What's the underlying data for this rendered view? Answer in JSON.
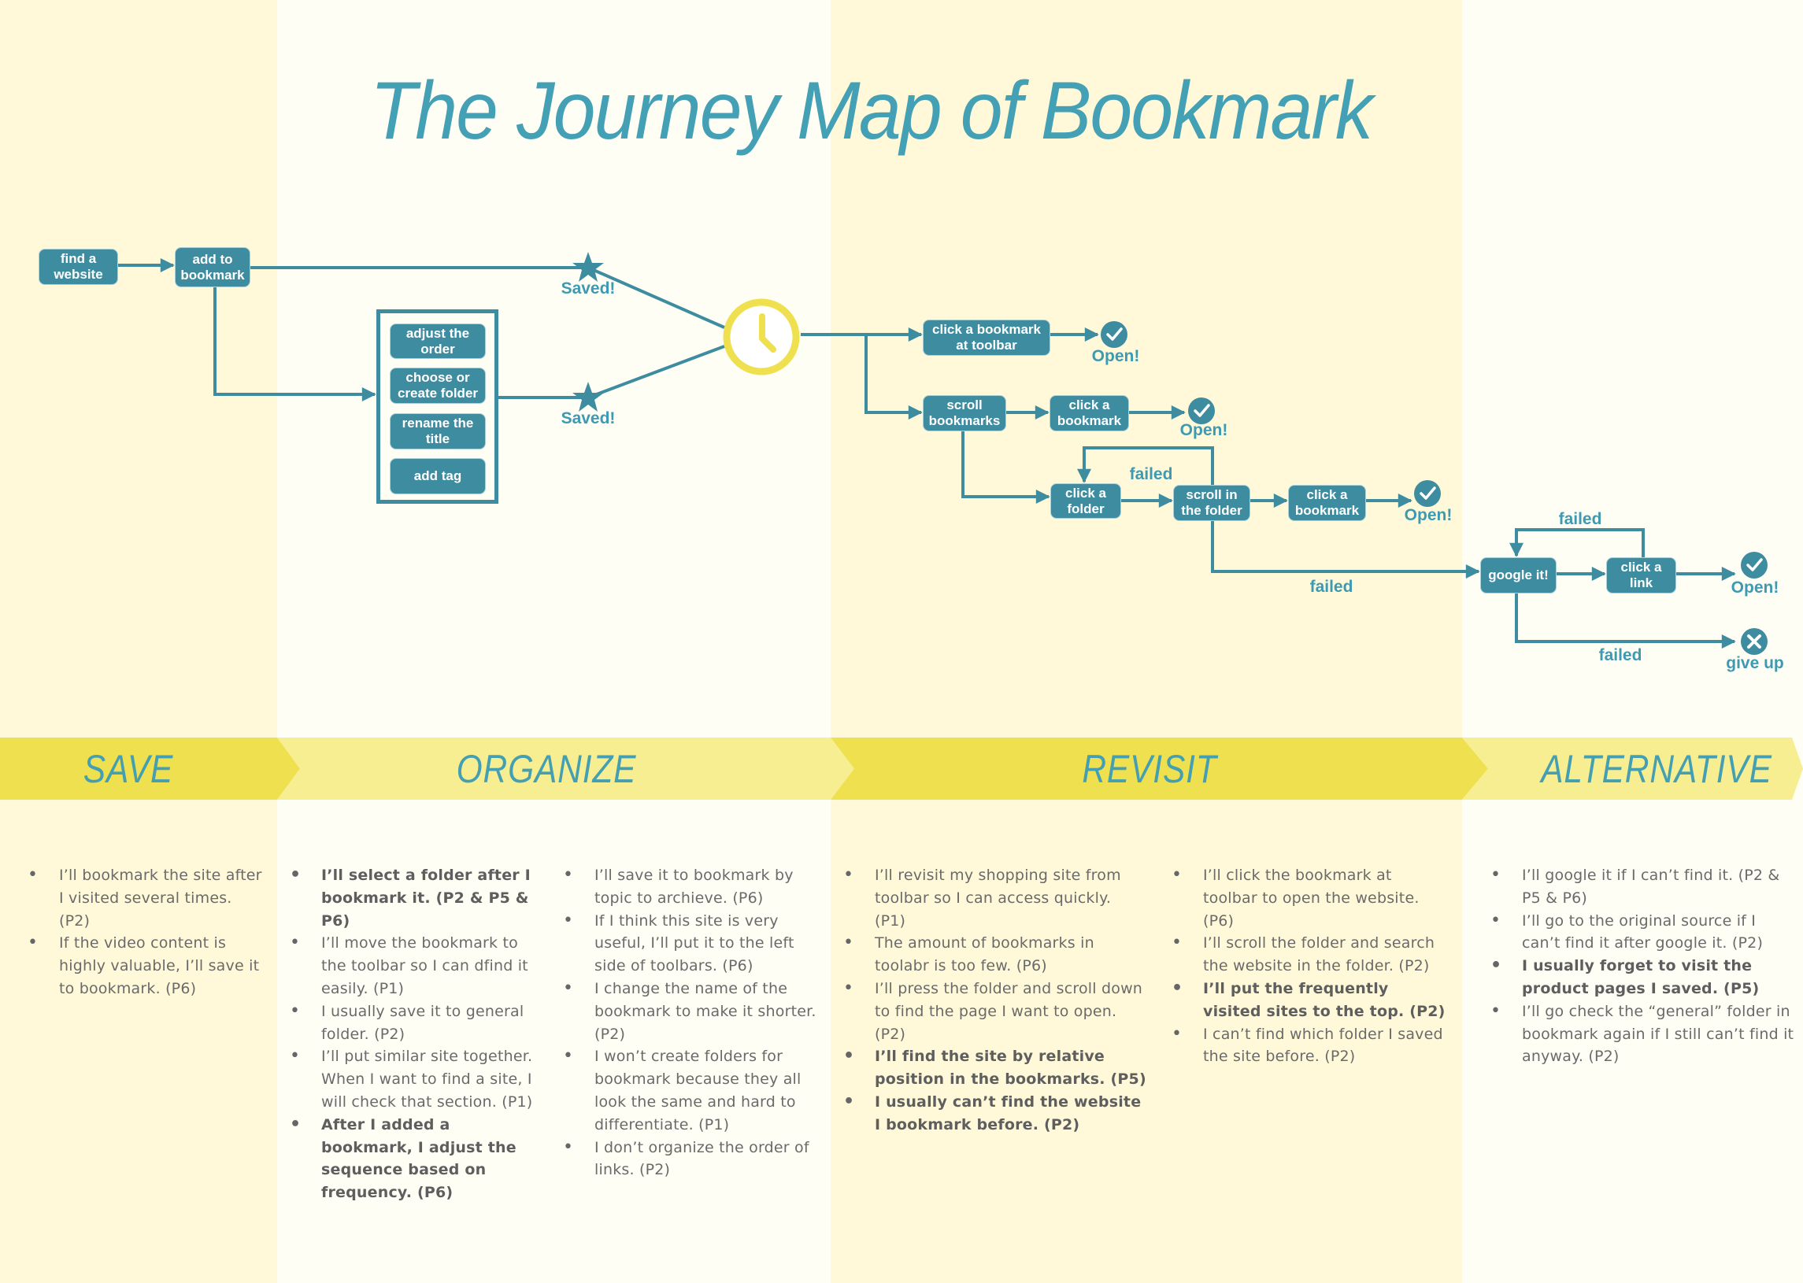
{
  "title": "The Journey Map of Bookmark",
  "colors": {
    "accent": "#3E8CA0",
    "text_accent": "#44A0B4",
    "clock": "#EFE050",
    "banner_dark": "#EEE04E",
    "banner_light": "#F7EE92",
    "bg_dark": "#FFF9D9",
    "bg_light": "#FFFEF5",
    "note_text": "#6A6A6A"
  },
  "flow": {
    "nodes": {
      "find_website": "find a\nwebsite",
      "add_bookmark": "add to\nbookmark",
      "adjust_order": "adjust the\norder",
      "choose_folder": "choose or\ncreate folder",
      "rename_title": "rename the\ntitle",
      "add_tag": "add tag",
      "click_toolbar": "click a bookmark\nat toolbar",
      "scroll_bookmarks": "scroll\nbookmarks",
      "click_bookmark_1": "click a\nbookmark",
      "click_folder": "click a\nfolder",
      "scroll_folder": "scroll in\nthe folder",
      "click_bookmark_2": "click a\nbookmark",
      "google_it": "google it!",
      "click_link": "click a\nlink"
    },
    "labels": {
      "saved_1": "Saved!",
      "saved_2": "Saved!",
      "open_1": "Open!",
      "open_2": "Open!",
      "open_3": "Open!",
      "open_4": "Open!",
      "give_up": "give up",
      "failed_folder_loop": "failed",
      "failed_to_google": "failed",
      "failed_google_loop": "failed",
      "failed_give_up": "failed"
    },
    "icons": {
      "star": "star-icon",
      "clock": "clock-icon",
      "check": "check-circle-icon",
      "cross": "x-circle-icon"
    }
  },
  "phases": [
    {
      "name": "SAVE"
    },
    {
      "name": "ORGANIZE"
    },
    {
      "name": "REVISIT"
    },
    {
      "name": "ALTERNATIVE"
    }
  ],
  "notes": {
    "save": [
      {
        "text": "I’ll bookmark the site after I visited several times. (P2)",
        "bold": false
      },
      {
        "text": "If the video content is highly valuable, I’ll save it to bookmark. (P6)",
        "bold": false
      }
    ],
    "organize_1": [
      {
        "text": "I’ll select a folder after I bookmark it. (P2 & P5 & P6)",
        "bold": true
      },
      {
        "text": "I’ll move the bookmark to the toolbar so I can dfind it easily. (P1)",
        "bold": false
      },
      {
        "text": "I usually save it to general folder. (P2)",
        "bold": false
      },
      {
        "text": "I’ll put similar site together. When I want to find a site, I will check that section. (P1)",
        "bold": false
      },
      {
        "text": "After I added a bookmark, I adjust the sequence based on frequency. (P6)",
        "bold": true
      }
    ],
    "organize_2": [
      {
        "text": "I’ll save it to bookmark by topic to archieve. (P6)",
        "bold": false
      },
      {
        "text": "If I think this site is very useful, I’ll put it to the left side of toolbars. (P6)",
        "bold": false
      },
      {
        "text": "I change the name of the bookmark to make it shorter. (P2)",
        "bold": false
      },
      {
        "text": "I won’t create folders for bookmark because they all look the same and hard to differentiate. (P1)",
        "bold": false
      },
      {
        "text": "I don’t organize the order of links. (P2)",
        "bold": false
      }
    ],
    "revisit_1": [
      {
        "text": "I’ll revisit my shopping site from toolbar so I can access quickly. (P1)",
        "bold": false
      },
      {
        "text": "The amount of bookmarks in toolabr is too few. (P6)",
        "bold": false
      },
      {
        "text": "I’ll press the folder and scroll down to find the page I want to open. (P2)",
        "bold": false
      },
      {
        "text": "I’ll find the site by relative position in the bookmarks. (P5)",
        "bold": true
      },
      {
        "text": "I usually can’t find the website I bookmark before. (P2)",
        "bold": true
      }
    ],
    "revisit_2": [
      {
        "text": "I’ll click the bookmark at toolbar to open the website. (P6)",
        "bold": false
      },
      {
        "text": "I’ll scroll the folder and search the website in the folder. (P2)",
        "bold": false
      },
      {
        "text": "I’ll put the frequently visited sites to the top. (P2)",
        "bold": true
      },
      {
        "text": "I can’t find which folder I saved the site before. (P2)",
        "bold": false
      }
    ],
    "alternative": [
      {
        "text": "I’ll google it if I can’t find it. (P2 & P5 & P6)",
        "bold": false
      },
      {
        "text": "I’ll go to the original source if I can’t find it after google it. (P2)",
        "bold": false
      },
      {
        "text": "I usually forget to visit the product pages I saved. (P5)",
        "bold": true
      },
      {
        "text": "I’ll go check the “general” folder in bookmark again if I still can’t find it anyway. (P2)",
        "bold": false
      }
    ]
  }
}
